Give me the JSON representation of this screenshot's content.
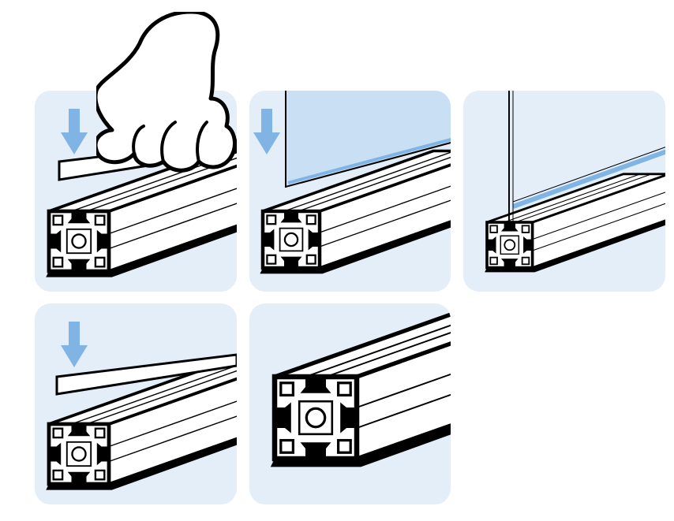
{
  "illustration": {
    "panel_count": 5,
    "steps": [
      "insert-seal",
      "insert-glass",
      "glass-seated",
      "insert-seal-second",
      "profile-with-seal"
    ],
    "colors": {
      "panel_bg": "#e3eef9",
      "arrow": "#7fb4e4",
      "glass": "#c9dff3",
      "glass_edge": "#7fb4e4",
      "outline": "#000000",
      "profile": "#ffffff"
    },
    "icons": [
      "down-arrow-icon",
      "hand-icon",
      "aluminum-profile-icon",
      "glass-pane-icon"
    ]
  }
}
